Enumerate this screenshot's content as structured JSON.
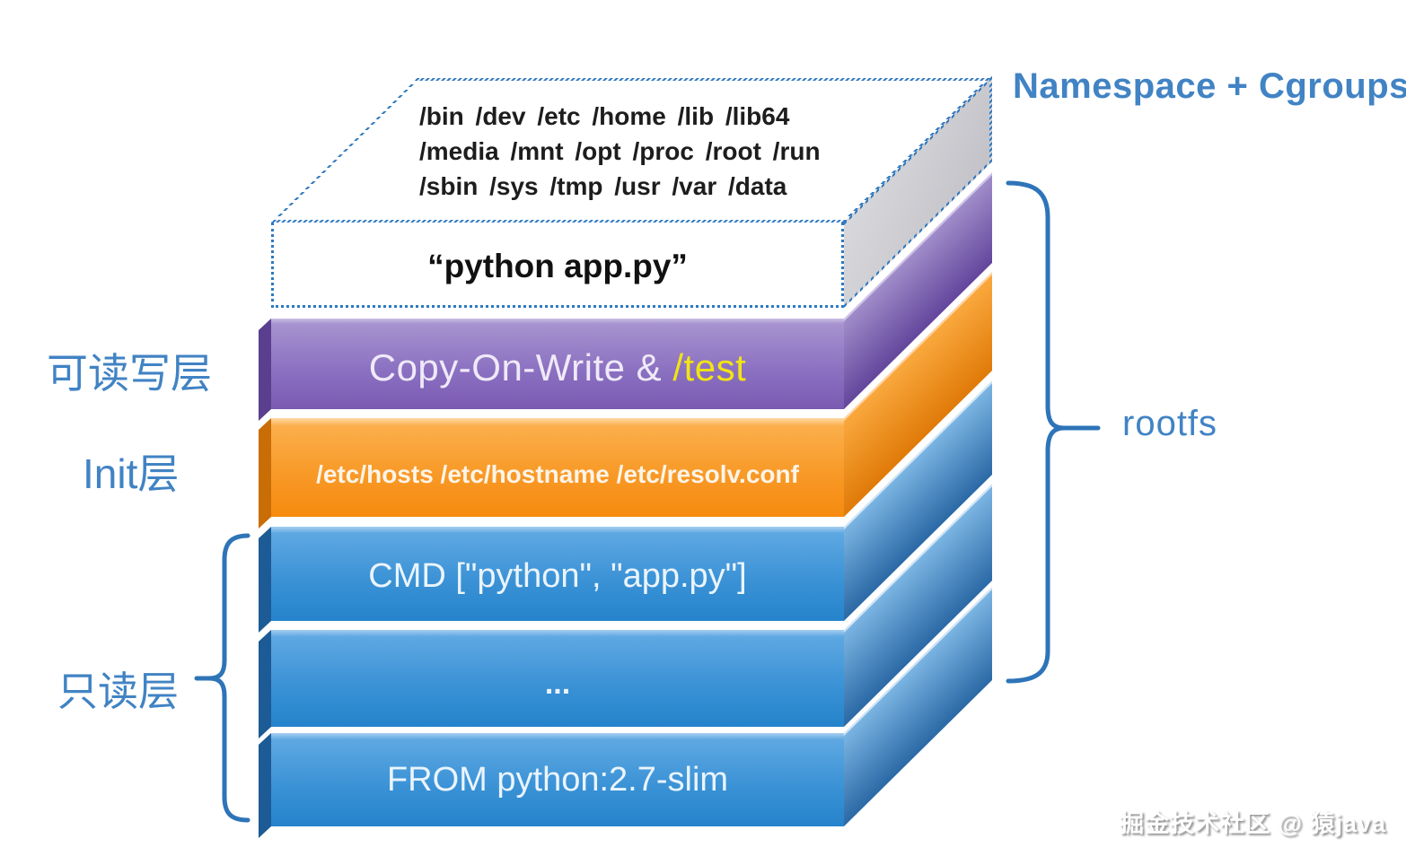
{
  "annotations": {
    "namespace_cgroups": "Namespace + Cgroups",
    "rootfs": "rootfs",
    "read_write_layer": "可读写层",
    "init_layer": "Init层",
    "read_only_layer": "只读层",
    "watermark": "掘金技术社区 @ 猿java"
  },
  "namespace_box": {
    "path_lines": [
      "/bin /dev /etc /home /lib /lib64",
      "/media /mnt /opt /proc /root /run",
      "/sbin /sys /tmp /usr /var /data"
    ],
    "command": "“python app.py”"
  },
  "layers": [
    {
      "name": "copy-on-write-layer",
      "text": "Copy-On-Write & ",
      "highlight": "/test"
    },
    {
      "name": "init-layer",
      "text": "/etc/hosts /etc/hostname /etc/resolv.conf"
    },
    {
      "name": "cmd-layer",
      "text": "CMD [\"python\", \"app.py\"]"
    },
    {
      "name": "ellipsis-layer",
      "text": "..."
    },
    {
      "name": "from-layer",
      "text": "FROM python:2.7-slim"
    }
  ],
  "colors": {
    "label_blue": "#4183c4",
    "brace_blue": "#2e74b8",
    "dotted_border_blue": "#2e79c0",
    "purple_layer": "#8b70c1",
    "orange_layer": "#f89a28",
    "blue_layer": "#3c93d6",
    "highlight_yellow": "#f2e414"
  }
}
